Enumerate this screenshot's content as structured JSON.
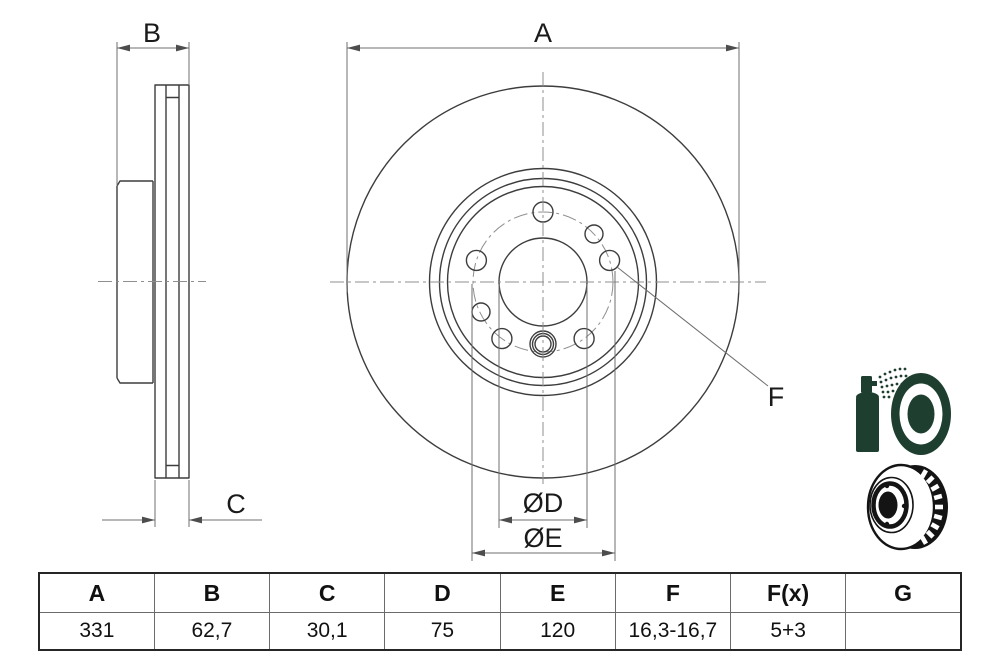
{
  "page": {
    "background": "#ffffff"
  },
  "drawing": {
    "type": "brake-disc-technical-drawing",
    "labels": {
      "a": "A",
      "b": "B",
      "c": "C",
      "diameter_d": "ØD",
      "diameter_e": "ØE",
      "f": "F"
    },
    "line_color": "#3d3d3d",
    "dimension_color": "#6f6f6f",
    "centerline_color": "#8f8f8f",
    "label_color": "#1a1a1a"
  },
  "icons": {
    "spray_coated_disc_icon": "spray-can-coating-brake-disc",
    "vented_disc_icon": "vented-brake-disc-3d",
    "green_color": "#1e3f2f",
    "black_color": "#141414"
  },
  "spec_table": {
    "headers": [
      "A",
      "B",
      "C",
      "D",
      "E",
      "F",
      "F(x)",
      "G"
    ],
    "values": [
      "331",
      "62,7",
      "30,1",
      "75",
      "120",
      "16,3-16,7",
      "5+3",
      ""
    ]
  }
}
